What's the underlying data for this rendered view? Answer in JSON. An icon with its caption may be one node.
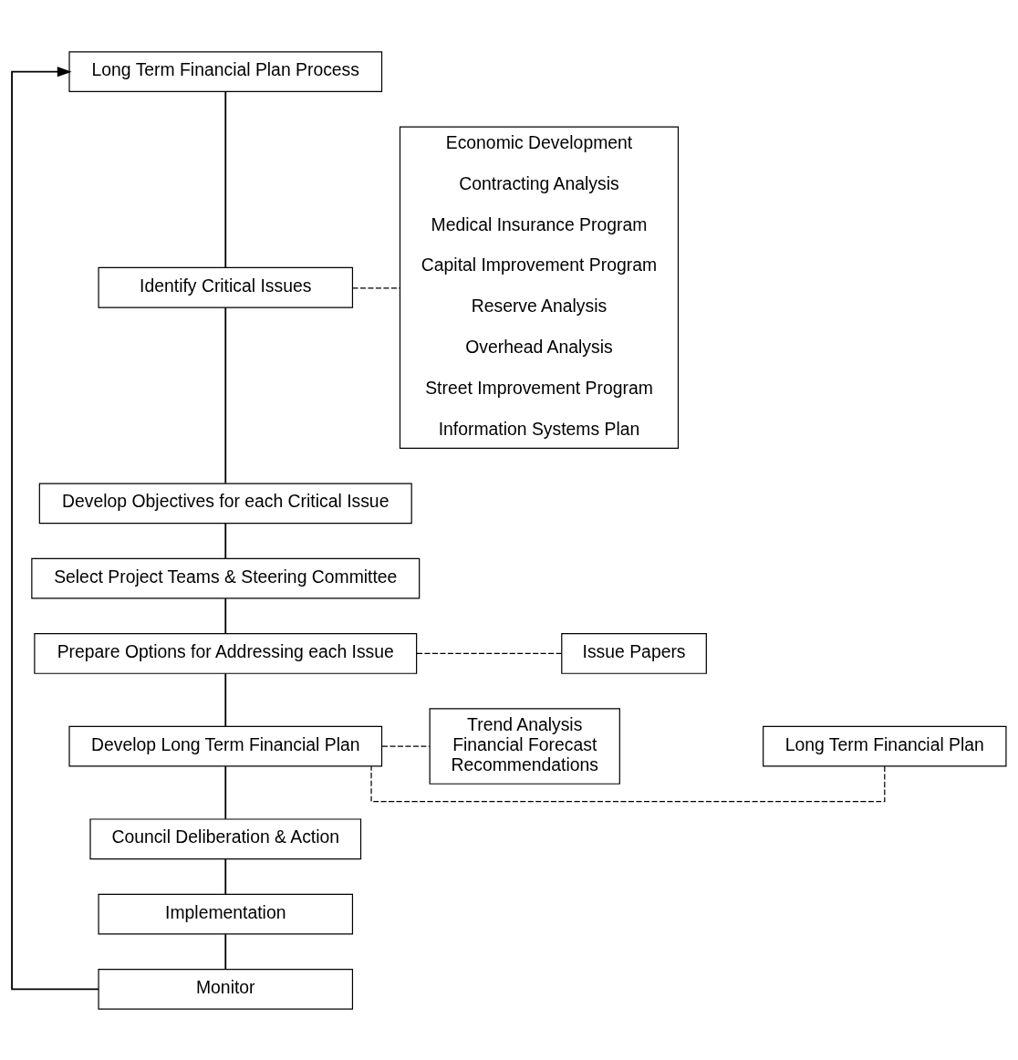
{
  "diagram": {
    "nodes": [
      {
        "text": [
          "Long Term Financial Plan Process"
        ]
      },
      {
        "text": [
          "Identify Critical Issues"
        ]
      },
      {
        "text": [
          "Develop Objectives for each Critical Issue"
        ]
      },
      {
        "text": [
          "Select Project Teams & Steering Committee"
        ]
      },
      {
        "text": [
          "Prepare Options for Addressing each Issue"
        ]
      },
      {
        "text": [
          "Develop Long Term Financial Plan"
        ]
      },
      {
        "text": [
          "Council Deliberation & Action"
        ]
      },
      {
        "text": [
          "Implementation"
        ]
      },
      {
        "text": [
          "Monitor"
        ]
      },
      {
        "text": [
          "Economic Development",
          "Contracting Analysis",
          "Medical Insurance Program",
          "Capital Improvement Program",
          "Reserve Analysis",
          "Overhead Analysis",
          "Street Improvement Program",
          "Information Systems Plan"
        ]
      },
      {
        "text": [
          "Issue Papers"
        ]
      },
      {
        "text": [
          "Long Term Financial Plan"
        ]
      },
      {
        "text": [
          "Trend Analysis",
          "Financial Forecast",
          "Recommendations"
        ]
      }
    ],
    "edges": [
      {
        "from": 0,
        "to": 1,
        "arrow": "none"
      },
      {
        "from": 1,
        "to": 2,
        "arrow": "none"
      },
      {
        "from": 2,
        "to": 3,
        "arrow": "none"
      },
      {
        "from": 3,
        "to": 4,
        "arrow": "none"
      },
      {
        "from": 4,
        "to": 5,
        "arrow": "none"
      },
      {
        "from": 5,
        "to": 6,
        "arrow": "none"
      },
      {
        "from": 6,
        "to": 7,
        "arrow": "none"
      },
      {
        "from": 7,
        "to": 8,
        "arrow": "none"
      },
      {
        "from": 8,
        "to": 0,
        "arrow": "to"
      },
      {
        "from": 1,
        "to": 9,
        "arrow": "none",
        "style": "dashed"
      },
      {
        "from": 10,
        "to": 4,
        "arrow": "none",
        "style": "dashed"
      },
      {
        "from": 11,
        "to": 5,
        "arrow": "none",
        "style": "dashed"
      },
      {
        "from": 5,
        "to": 12,
        "arrow": "none",
        "style": "dashed"
      }
    ]
  }
}
